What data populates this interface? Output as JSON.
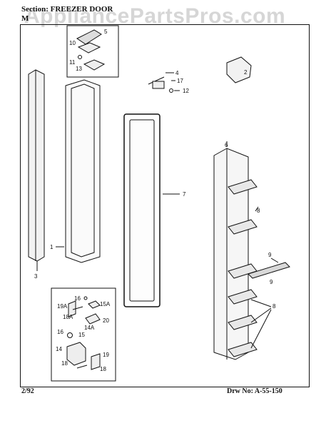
{
  "watermark": "AppliancePartsPros.com",
  "header": {
    "section": "Section:   FREEZER DOOR",
    "model": "M"
  },
  "footer": {
    "date": "2/92",
    "drawing_no": "Drw No: A-55-150"
  },
  "callouts": {
    "c1": "1",
    "c2": "2",
    "c3": "3",
    "c4": "4",
    "c5": "5",
    "c6": "6",
    "c7": "7",
    "c8a": "8",
    "c8b": "8",
    "c9": "9",
    "c10": "10",
    "c11": "11",
    "c12": "12",
    "c13": "13",
    "c14": "14",
    "c14a": "14A",
    "c15": "15",
    "c15a": "15A",
    "c16": "16",
    "c17": "17",
    "c18": "18",
    "c18a": "18A",
    "c18b": "18",
    "c19": "19",
    "c19a": "19A",
    "c20": "20",
    "c9b": "9",
    "c16b": "16"
  }
}
